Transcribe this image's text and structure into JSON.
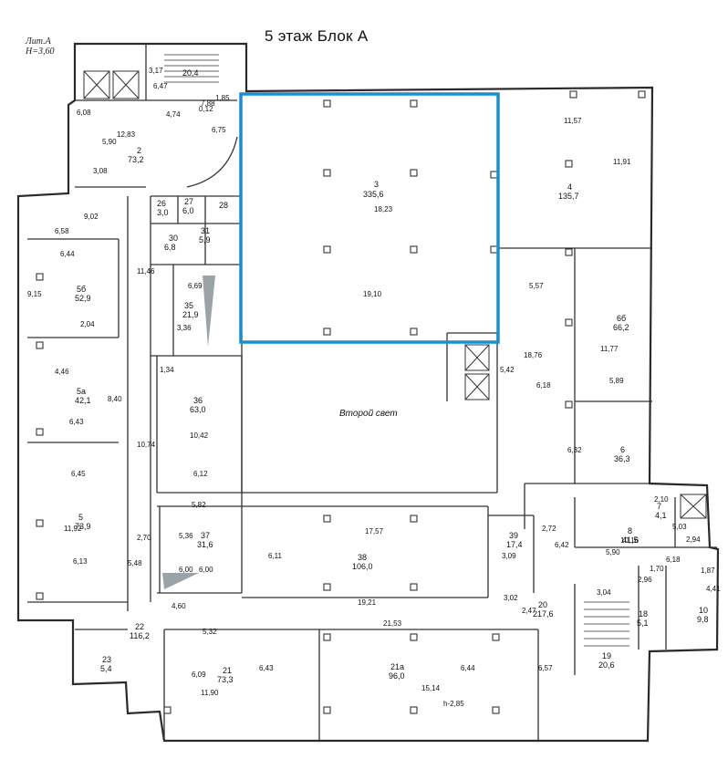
{
  "header": {
    "title": "5 этаж Блок А",
    "lit": "Лит.А",
    "height": "H=3,60"
  },
  "colors": {
    "highlight": "#1a8fd0",
    "wall": "#2a2a2a",
    "paper": "#ffffff"
  },
  "rooms": [
    {
      "num": "2",
      "area": "73,2"
    },
    {
      "num": "3",
      "area": "335,6"
    },
    {
      "num": "4",
      "area": "135,7"
    },
    {
      "num": "5б",
      "area": "52,9"
    },
    {
      "num": "5а",
      "area": "42,1"
    },
    {
      "num": "5",
      "area": "73,9"
    },
    {
      "num": "35",
      "area": "21,9"
    },
    {
      "num": "36",
      "area": "63,0"
    },
    {
      "num": "37",
      "area": "31,6"
    },
    {
      "num": "38",
      "area": "106,0"
    },
    {
      "num": "39",
      "area": "17,4"
    },
    {
      "num": "20",
      "area": "217,6"
    },
    {
      "num": "21",
      "area": "73,3"
    },
    {
      "num": "21а",
      "area": "96,0"
    },
    {
      "num": "22",
      "area": "116,2"
    },
    {
      "num": "23",
      "area": "5,4"
    },
    {
      "num": "26",
      "area": "3,0"
    },
    {
      "num": "27",
      "area": "6,0"
    },
    {
      "num": "28",
      "area": ""
    },
    {
      "num": "30",
      "area": "6,8"
    },
    {
      "num": "31",
      "area": "5,9"
    },
    {
      "num": "6",
      "area": "36,3"
    },
    {
      "num": "6б",
      "area": "66,2"
    },
    {
      "num": "7",
      "area": "4,1"
    },
    {
      "num": "8",
      "area": "41,5"
    },
    {
      "num": "10",
      "area": "9,8"
    },
    {
      "num": "18",
      "area": "5,1"
    },
    {
      "num": "19",
      "area": "20,6"
    }
  ],
  "labels": {
    "second_light": "Второй свет",
    "stair_top": "20,4"
  },
  "dims": [
    "6,47",
    "3,17",
    "6,08",
    "4,74",
    "12,83",
    "5,90",
    "3,08",
    "7,88",
    "1,85",
    "0,12",
    "6,75",
    "18,23",
    "19,10",
    "11,57",
    "11,91",
    "5,57",
    "18,76",
    "6,18",
    "11,77",
    "5,89",
    "6,32",
    "9,02",
    "6,58",
    "6,44",
    "9,15",
    "2,04",
    "4,46",
    "8,40",
    "6,43",
    "6,45",
    "11,92",
    "6,13",
    "11,46",
    "3,36",
    "10,74",
    "10,42",
    "6,12",
    "5,82",
    "5,36",
    "6,00",
    "6,69",
    "1,34",
    "17,57",
    "6,11",
    "19,21",
    "21,53",
    "4,60",
    "5,32",
    "2,70",
    "5,48",
    "11,90",
    "6,09",
    "6,43",
    "15,14",
    "6,44",
    "h-2,85",
    "6,57",
    "2,72",
    "6,42",
    "3,02",
    "2,47",
    "5,42",
    "3,09",
    "3,04",
    "5,90",
    "10,16",
    "5,03",
    "2,10",
    "6,18",
    "4,41",
    "2,96",
    "1,70",
    "1,87",
    "2,94",
    "6,00"
  ]
}
